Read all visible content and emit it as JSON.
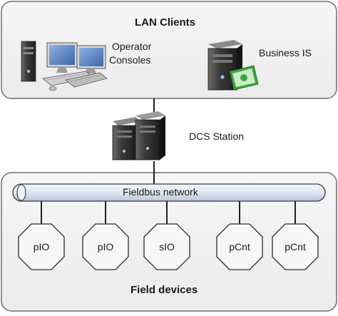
{
  "lan_group": {
    "title": "LAN Clients"
  },
  "operator_consoles": {
    "label_line1": "Operator",
    "label_line2": "Consoles"
  },
  "business_is": {
    "label": "Business IS"
  },
  "dcs_station": {
    "label": "DCS Station"
  },
  "fieldbus": {
    "label": "Fieldbus network"
  },
  "field_group": {
    "title": "Field devices"
  },
  "devices": [
    {
      "label": "pIO"
    },
    {
      "label": "pIO"
    },
    {
      "label": "sIO"
    },
    {
      "label": "pCnt"
    },
    {
      "label": "pCnt"
    }
  ],
  "colors": {
    "panel_fill": "#f2f2f2",
    "panel_stroke": "#6e6e6e",
    "bus_fill": "#dfe6f2",
    "server_dark": "#2b2b2b",
    "monitor_screen": "#5b86c8",
    "money_green": "#3da63d"
  }
}
